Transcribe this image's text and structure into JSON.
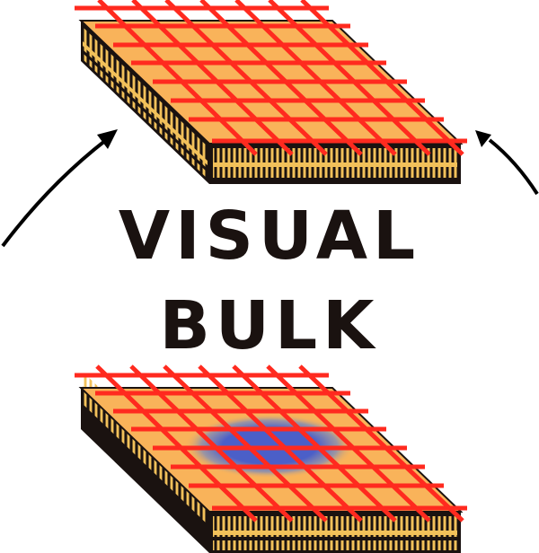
{
  "title": {
    "line1": "VISUAL",
    "line2": "BULK"
  },
  "colors": {
    "slab_top": "#F9B35A",
    "slab_side": "#1A1210",
    "stripe": "#F2C15A",
    "grid": "#FF2A1F",
    "highlight": "#4B5FC8",
    "arrow": "#000000",
    "text": "#1A1210"
  },
  "figures": [
    {
      "name": "top-slab",
      "highlight": false
    },
    {
      "name": "bottom-slab",
      "highlight": true
    }
  ],
  "icons": [
    "left-arrow-icon",
    "right-arrow-icon"
  ]
}
